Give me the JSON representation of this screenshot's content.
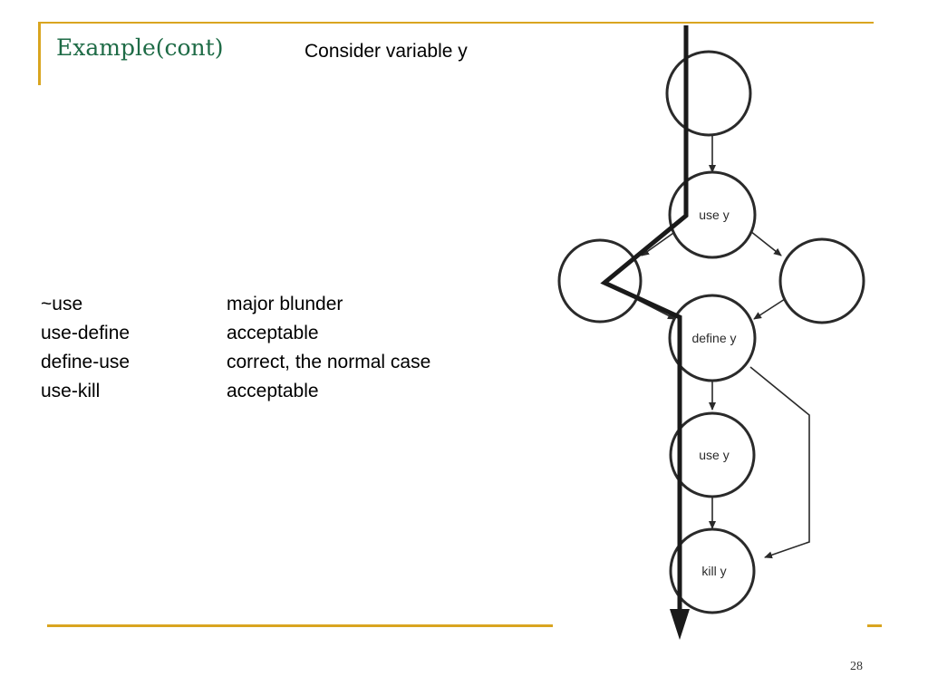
{
  "slide": {
    "title": "Example(cont)",
    "subtitle": "Consider variable y",
    "page_number": "28",
    "accent_color": "#d9a520",
    "title_color": "#1e6b46"
  },
  "table": {
    "rows": [
      {
        "pattern": "~use",
        "meaning": "major blunder"
      },
      {
        "pattern": "use-define",
        "meaning": "acceptable"
      },
      {
        "pattern": "define-use",
        "meaning": "correct, the normal case"
      },
      {
        "pattern": "use-kill",
        "meaning": "acceptable"
      }
    ]
  },
  "diagram": {
    "nodes": [
      {
        "id": "n1",
        "label": ""
      },
      {
        "id": "n2",
        "label": "use y"
      },
      {
        "id": "n3",
        "label": ""
      },
      {
        "id": "n4",
        "label": ""
      },
      {
        "id": "n5",
        "label": "define y"
      },
      {
        "id": "n6",
        "label": "use y"
      },
      {
        "id": "n7",
        "label": "kill y"
      }
    ],
    "edges": [
      {
        "from": "n1",
        "to": "n2"
      },
      {
        "from": "n2",
        "to": "n3"
      },
      {
        "from": "n2",
        "to": "n4"
      },
      {
        "from": "n3",
        "to": "n5"
      },
      {
        "from": "n4",
        "to": "n5"
      },
      {
        "from": "n5",
        "to": "n6"
      },
      {
        "from": "n6",
        "to": "n7"
      },
      {
        "from": "n5",
        "to": "n7"
      }
    ]
  }
}
